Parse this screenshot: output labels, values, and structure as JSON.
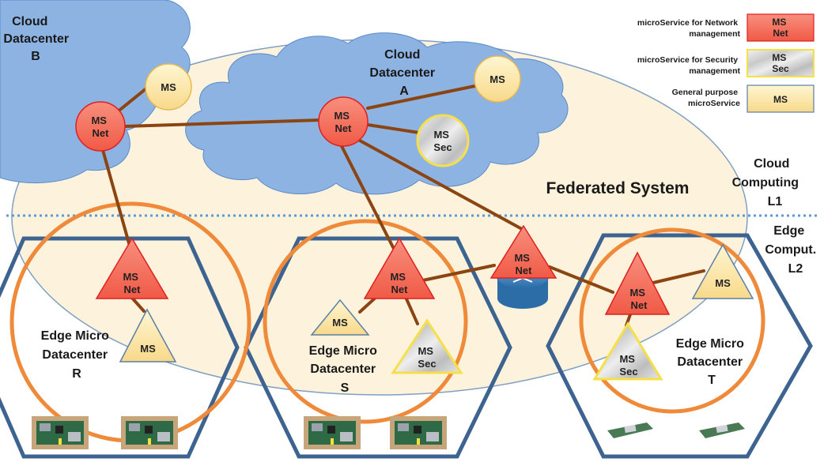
{
  "colors": {
    "ellipse_fill": "#fdf3dc",
    "ellipse_stroke": "#7f9fc4",
    "cloud_fill": "#8db3e2",
    "cloud_stroke": "#5b8bc9",
    "link": "#8b4513",
    "net_fill": "#f47461",
    "net_stroke": "#e02020",
    "ms_fill": "#fde9a6",
    "ms_stroke": "#e8b84e",
    "sec_fill": "#dcdcdc",
    "sec_stroke": "#f5e04a",
    "hex_stroke": "#3d6391",
    "ring_stroke": "#ef8a3a",
    "divider": "#5b9bd5",
    "router": "#3f88c5"
  },
  "legend": [
    {
      "desc": "microService for Network management",
      "desc_lines": [
        "microService for Network",
        "management"
      ],
      "badge_lines": [
        "MS",
        "Net"
      ],
      "kind": "net"
    },
    {
      "desc": "microService for Security management",
      "desc_lines": [
        "microService for Security",
        "management"
      ],
      "badge_lines": [
        "MS",
        "Sec"
      ],
      "kind": "sec"
    },
    {
      "desc": "General purpose microService",
      "desc_lines": [
        "General purpose",
        "microService"
      ],
      "badge_lines": [
        "MS"
      ],
      "kind": "ms"
    }
  ],
  "labels": {
    "cloud_b": [
      "Cloud",
      "Datacenter",
      "B"
    ],
    "cloud_a": [
      "Cloud",
      "Datacenter",
      "A"
    ],
    "federated": "Federated System",
    "layer1": [
      "Cloud",
      "Computing",
      "L1"
    ],
    "layer2": [
      "Edge",
      "Comput.",
      "L2"
    ],
    "edge_r": [
      "Edge Micro",
      "Datacenter",
      "R"
    ],
    "edge_s": [
      "Edge Micro",
      "Datacenter",
      "S"
    ],
    "edge_t": [
      "Edge Micro",
      "Datacenter",
      "T"
    ]
  },
  "nodes": {
    "ms": "MS",
    "net": "Net",
    "sec": "Sec"
  },
  "device_icons": [
    "board-icon",
    "board-icon",
    "board-icon",
    "board-icon",
    "sensor-icon",
    "sensor-icon"
  ]
}
